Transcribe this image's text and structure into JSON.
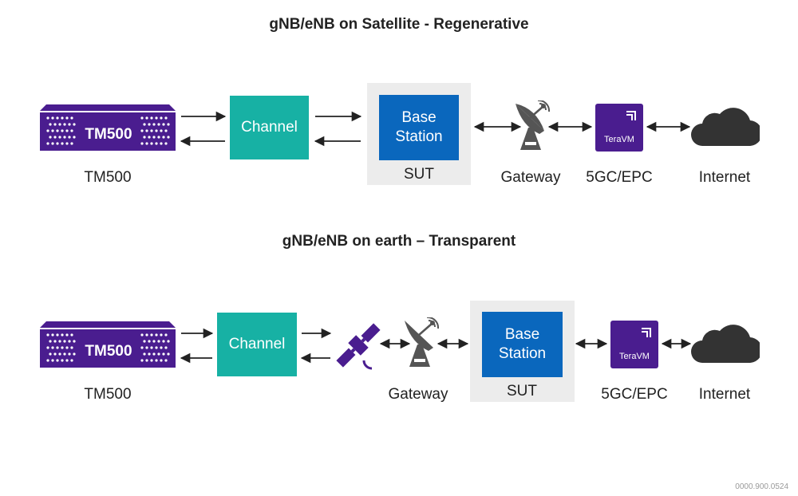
{
  "diagram1": {
    "title": "gNB/eNB on Satellite - Regenerative",
    "tm500_device_text": "TM500",
    "tm500_label": "TM500",
    "channel_label": "Channel",
    "base_station_line1": "Base",
    "base_station_line2": "Station",
    "sut_label": "SUT",
    "gateway_label": "Gateway",
    "teravm_text": "TeraVM",
    "core_label": "5GC/EPC",
    "internet_label": "Internet"
  },
  "diagram2": {
    "title": "gNB/eNB on earth – Transparent",
    "tm500_device_text": "TM500",
    "tm500_label": "TM500",
    "channel_label": "Channel",
    "gateway_label": "Gateway",
    "base_station_line1": "Base",
    "base_station_line2": "Station",
    "sut_label": "SUT",
    "teravm_text": "TeraVM",
    "core_label": "5GC/EPC",
    "internet_label": "Internet"
  },
  "reference_number": "0000.900.0524",
  "colors": {
    "tm500": "#4a1d8f",
    "channel": "#17b1a4",
    "base_station": "#0a67bd",
    "sut_background": "#ececec",
    "icon_gray": "#555555"
  }
}
